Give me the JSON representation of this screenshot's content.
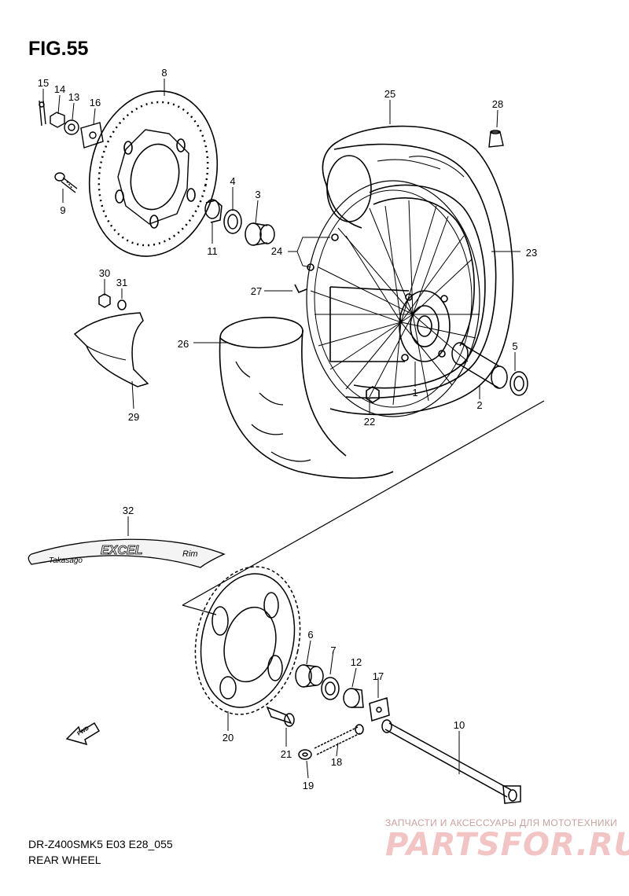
{
  "figure": {
    "title": "FIG.55",
    "model_code": "DR-Z400SMK5 E03 E28_055",
    "caption": "REAR WHEEL"
  },
  "rim_sticker": {
    "brand": "Takasago",
    "name": "EXCEL",
    "suffix": "Rim"
  },
  "fwd_arrow_label": "FWD",
  "watermark": {
    "tagline": "ЗАПЧАСТИ И АКСЕССУАРЫ ДЛЯ МОТОТЕХНИКИ",
    "logo": "PARTSFOR.RU"
  },
  "callouts": [
    "15",
    "14",
    "13",
    "16",
    "8",
    "9",
    "4",
    "3",
    "11",
    "24",
    "25",
    "28",
    "23",
    "27",
    "26",
    "30",
    "31",
    "29",
    "5",
    "2",
    "1",
    "22",
    "32",
    "6",
    "7",
    "12",
    "17",
    "10",
    "20",
    "21",
    "18",
    "19"
  ]
}
